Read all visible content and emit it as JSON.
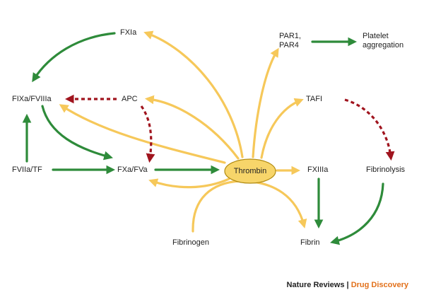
{
  "colors": {
    "green": "#2e8b3a",
    "yellow": "#f6c85a",
    "darkred": "#a0141e",
    "thrombin_fill": "#f7d56a",
    "thrombin_stroke": "#b08a10",
    "publisher": "#222222",
    "journal": "#e2701a"
  },
  "nodes": {
    "fxia": "FXIa",
    "par": "PAR1,\nPAR4",
    "platelet": "Platelet\naggregation",
    "fixa": "FIXa/FVIIIa",
    "apc": "APC",
    "tafi": "TAFI",
    "fviia": "FVIIa/TF",
    "fxa": "FXa/FVa",
    "thrombin": "Thrombin",
    "fxiiia": "FXIIIa",
    "fibrinolysis": "Fibrinolysis",
    "fibrinogen": "Fibrinogen",
    "fibrin": "Fibrin"
  },
  "credit": {
    "publisher": "Nature Reviews",
    "separator": "|",
    "journal": "Drug Discovery"
  }
}
